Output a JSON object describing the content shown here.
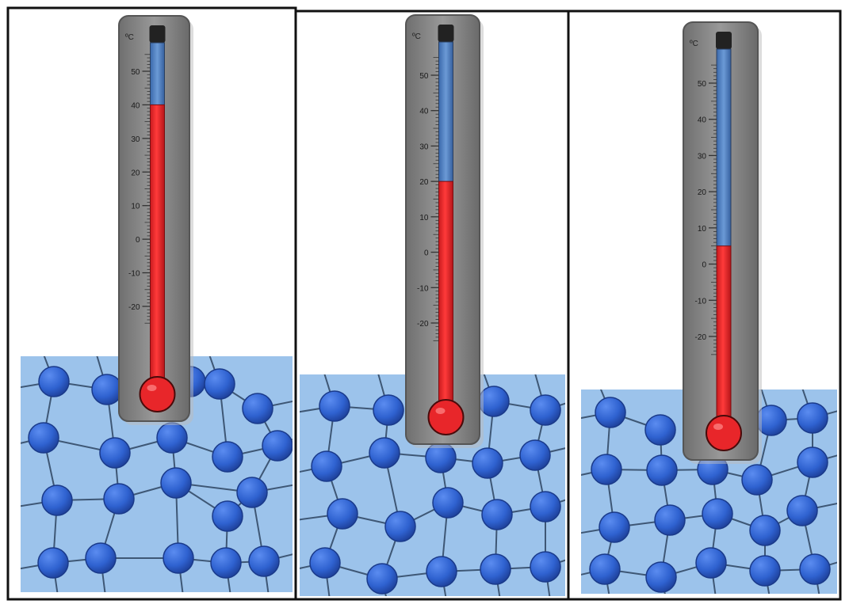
{
  "unit_label": "ºC",
  "scale_ticks": [
    "50",
    "40",
    "30",
    "20",
    "10",
    "0",
    "-10",
    "-20"
  ],
  "panels": [
    {
      "thermometer_reading": 40,
      "liquid_level": 0.59
    },
    {
      "thermometer_reading": 20,
      "liquid_level": 0.62
    },
    {
      "thermometer_reading": 5,
      "liquid_level": 0.64
    }
  ],
  "colors": {
    "liquid": "#9cc3eb",
    "particle": "#2f62d0",
    "bond": "#3e5775",
    "thermometer_body": "#8a8a8a",
    "mercury": "#e8262a",
    "empty_tube": "#4f7fc0",
    "frame": "#111111"
  }
}
